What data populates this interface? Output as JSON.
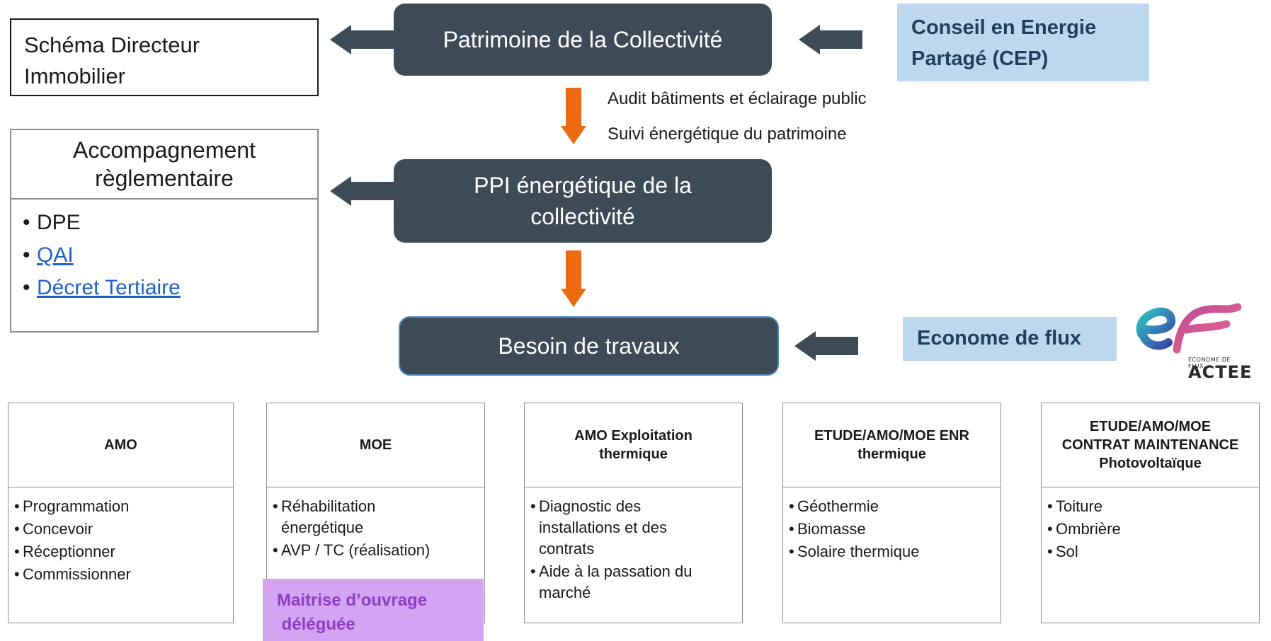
{
  "process": {
    "patrimoine": "Patrimoine de la Collectivité",
    "ppi_line1": "PPI énergétique de la",
    "ppi_line2": "collectivité",
    "besoin": "Besoin de travaux"
  },
  "schema_directeur": {
    "line1": "Schéma Directeur",
    "line2": "Immobilier"
  },
  "cep": {
    "line1": "Conseil en Energie",
    "line2": "Partagé (CEP)"
  },
  "economie": {
    "label": "Econome de flux"
  },
  "audit_notes": [
    "Audit bâtiments et éclairage public",
    "Suivi énergétique du patrimoine"
  ],
  "accompagnement": {
    "title_line1": "Accompagnement",
    "title_line2": "règlementaire",
    "items": [
      {
        "bullet": "•",
        "label": "DPE",
        "link": false
      },
      {
        "bullet": "•",
        "label": "QAI",
        "link": true
      },
      {
        "bullet": "•",
        "label": "Décret Tertiaire",
        "link": true
      }
    ]
  },
  "categories": [
    {
      "title": "AMO",
      "items": [
        "Programmation",
        "Concevoir",
        "Réceptionner",
        "Commissionner"
      ]
    },
    {
      "title": "MOE",
      "items": [
        "Réhabilitation\nénergétique",
        " AVP / TC (réalisation)"
      ]
    },
    {
      "title": "AMO Exploitation\nthermique",
      "items": [
        "Diagnostic des\ninstallations et des\ncontrats",
        "Aide à la passation du\nmarché"
      ]
    },
    {
      "title": "ETUDE/AMO/MOE ENR\nthermique",
      "items": [
        "Géothermie",
        "Biomasse",
        "Solaire thermique"
      ]
    },
    {
      "title": "ETUDE/AMO/MOE\nCONTRAT MAINTENANCE\nPhotovoltaïque",
      "items": [
        "Toiture",
        " Ombrière",
        " Sol"
      ]
    }
  ],
  "maitrise": {
    "line1": "Maitrise d’ouvrage",
    "line2": " déléguée"
  },
  "logo": {
    "subtitle": "ÉCONOME DE FLUX",
    "wordmark": "ACTEE"
  },
  "colors": {
    "dark_box": "#3e4b56",
    "light_blue": "#bcd7ee",
    "orange_arrow": "#ec6b12",
    "purple": "#d4a3f2",
    "link": "#1f63c6"
  }
}
